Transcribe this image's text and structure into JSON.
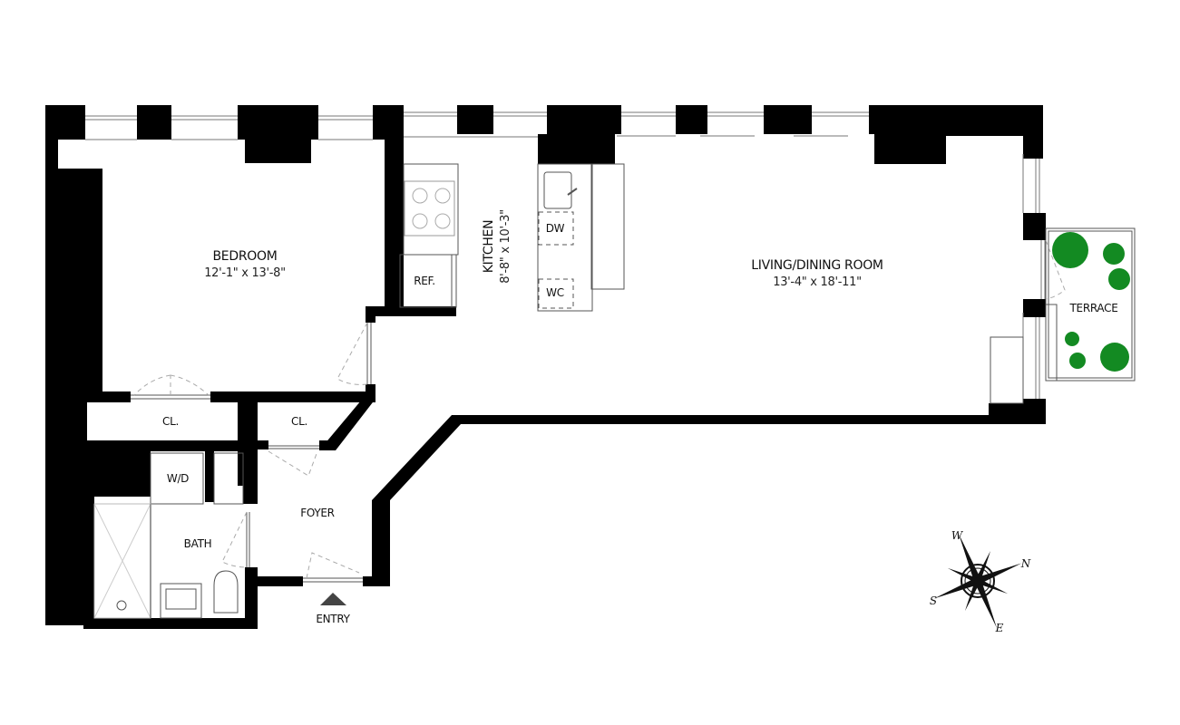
{
  "floor_plan": {
    "rooms": [
      {
        "id": "bedroom",
        "name": "BEDROOM",
        "dimensions": "12'-1\" x 13'-8\""
      },
      {
        "id": "kitchen",
        "name": "KITCHEN",
        "dimensions": "8'-8\" x 10'-3\""
      },
      {
        "id": "living",
        "name": "LIVING/DINING ROOM",
        "dimensions": "13'-4\" x 18'-11\""
      },
      {
        "id": "terrace",
        "name": "TERRACE"
      },
      {
        "id": "closet1",
        "name": "CL."
      },
      {
        "id": "closet2",
        "name": "CL."
      },
      {
        "id": "foyer",
        "name": "FOYER"
      },
      {
        "id": "bath",
        "name": "BATH"
      },
      {
        "id": "washer_dryer",
        "name": "W/D"
      }
    ],
    "fixtures": {
      "refrigerator": "REF.",
      "dishwasher": "DW",
      "wine_cooler": "WC"
    },
    "entry_label": "ENTRY",
    "compass": {
      "north": "N",
      "south": "S",
      "east": "E",
      "west": "W"
    },
    "colors": {
      "wall": "#000000",
      "plant": "#138a22",
      "entry_marker": "#444444",
      "line": "#555555"
    }
  }
}
